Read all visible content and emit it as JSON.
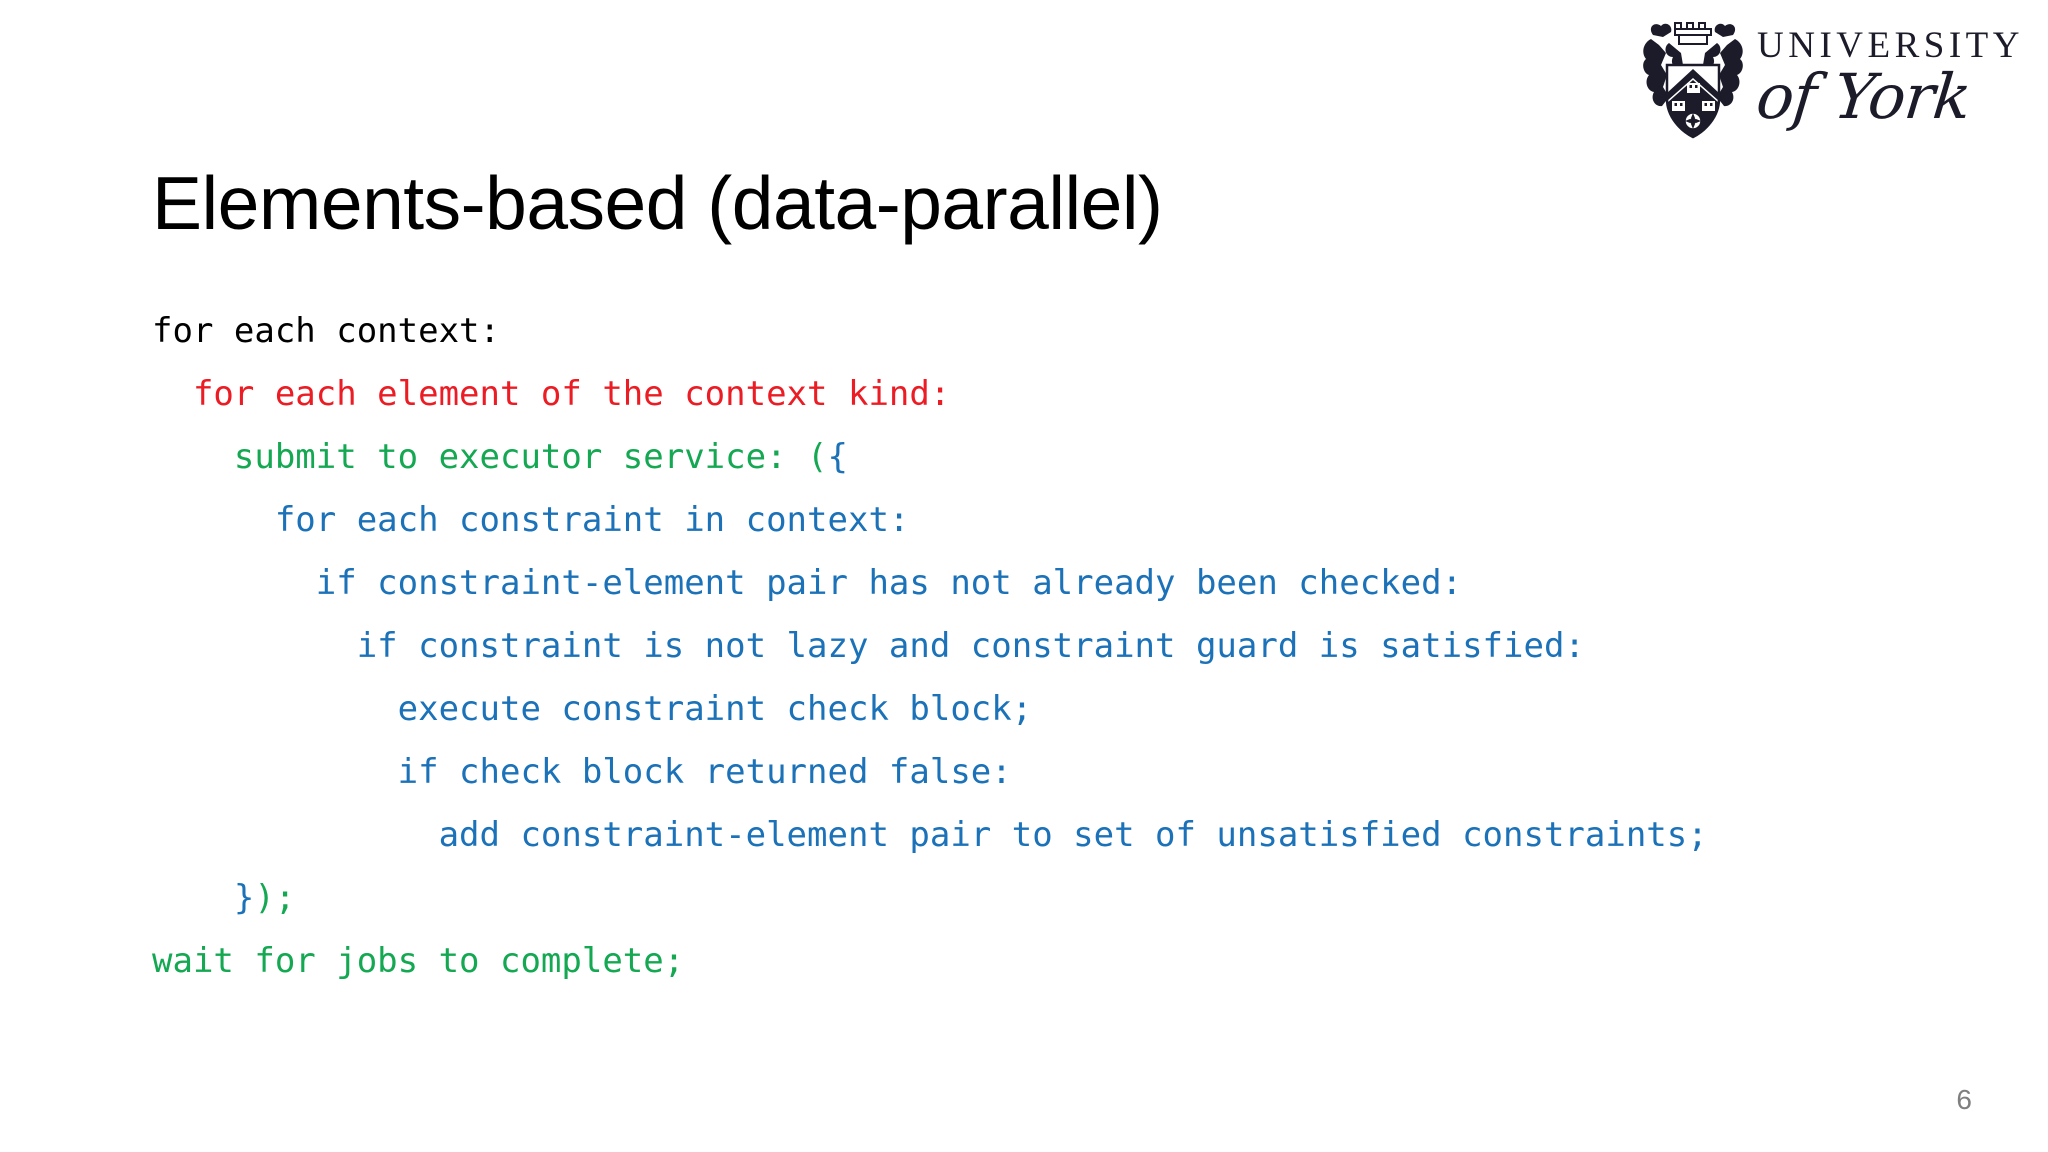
{
  "slide": {
    "title": "Elements-based (data-parallel)",
    "page_number": "6",
    "background_color": "#ffffff"
  },
  "logo": {
    "name": "university-of-york-logo",
    "line1": "UNIVERSITY",
    "line2": "of York",
    "crest_icon": "heraldic-crest-icon",
    "color": "#1b1b2a"
  },
  "colors": {
    "level0_black": "#000000",
    "level1_red": "#ec1c24",
    "level2_green": "#14a852",
    "level3_blue": "#1b72b8",
    "page_number_gray": "#7f7f7f"
  },
  "code": {
    "language": "pseudocode",
    "lines": [
      {
        "indent": 0,
        "color_level": 0,
        "text": "for each context:"
      },
      {
        "indent": 1,
        "color_level": 1,
        "text": "for each element of the context kind:"
      },
      {
        "indent": 2,
        "color_level": 2,
        "text": "submit to executor service: (",
        "suffix_blue": "{"
      },
      {
        "indent": 3,
        "color_level": 3,
        "text": "for each constraint in context:"
      },
      {
        "indent": 4,
        "color_level": 3,
        "text": "if constraint-element pair has not already been checked:"
      },
      {
        "indent": 5,
        "color_level": 3,
        "text": "if constraint is not lazy and constraint guard is satisfied:"
      },
      {
        "indent": 6,
        "color_level": 3,
        "text": "execute constraint check block;"
      },
      {
        "indent": 6,
        "color_level": 3,
        "text": "if check block returned false:"
      },
      {
        "indent": 7,
        "color_level": 3,
        "text": "add constraint-element pair to set of unsatisfied constraints;"
      },
      {
        "indent": 2,
        "color_level": 3,
        "text": "}",
        "suffix_green": ");"
      },
      {
        "indent": 0,
        "color_level": 2,
        "text": "wait for jobs to complete;"
      }
    ]
  }
}
